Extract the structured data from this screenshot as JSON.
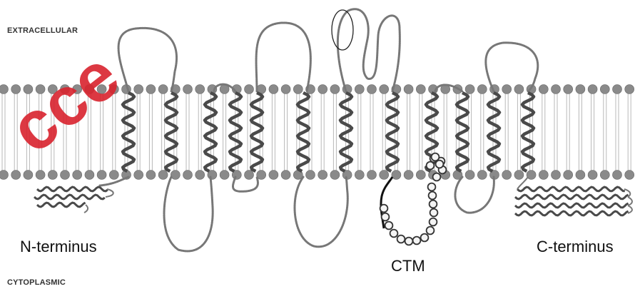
{
  "labels": {
    "extracellular": "EXTRACELLULAR",
    "cytoplasmic": "CYTOPLASMIC",
    "n_terminus": "N-terminus",
    "c_terminus": "C-terminus",
    "ctm": "CTM"
  },
  "watermark": "cce",
  "colors": {
    "lipid_head": "#8a8a8a",
    "tail": "#b8b8b8",
    "helix": "#4a4a4a",
    "loop": "#777777",
    "ctm_residue": "#333333",
    "watermark": "#d9232e"
  }
}
